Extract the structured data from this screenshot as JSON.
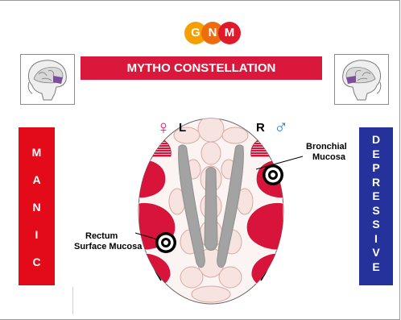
{
  "logo": {
    "letters": [
      "G",
      "N",
      "M"
    ],
    "colors": [
      "#f5a000",
      "#ee6b10",
      "#e01a2a"
    ]
  },
  "title": "MYTHO CONSTELLATION",
  "manic": {
    "letters": [
      "M",
      "A",
      "N",
      "I",
      "C"
    ],
    "color": "#e30a1a"
  },
  "depressive": {
    "letters": [
      "D",
      "E",
      "P",
      "R",
      "E",
      "S",
      "S",
      "I",
      "V",
      "E"
    ],
    "color": "#26329c"
  },
  "female": {
    "symbol": "♀",
    "side": "L",
    "color": "#e0126a"
  },
  "male": {
    "symbol": "♂",
    "side": "R",
    "color": "#2a7ad6"
  },
  "annotations": {
    "bronchial": [
      "Bronchial",
      "Mucosa"
    ],
    "rectum": [
      "Rectum",
      "Surface Mucosa"
    ]
  },
  "colors": {
    "relay_red": "#d9143a",
    "fill_light": "#f5e6e4",
    "gray": "#a3a3a3"
  }
}
